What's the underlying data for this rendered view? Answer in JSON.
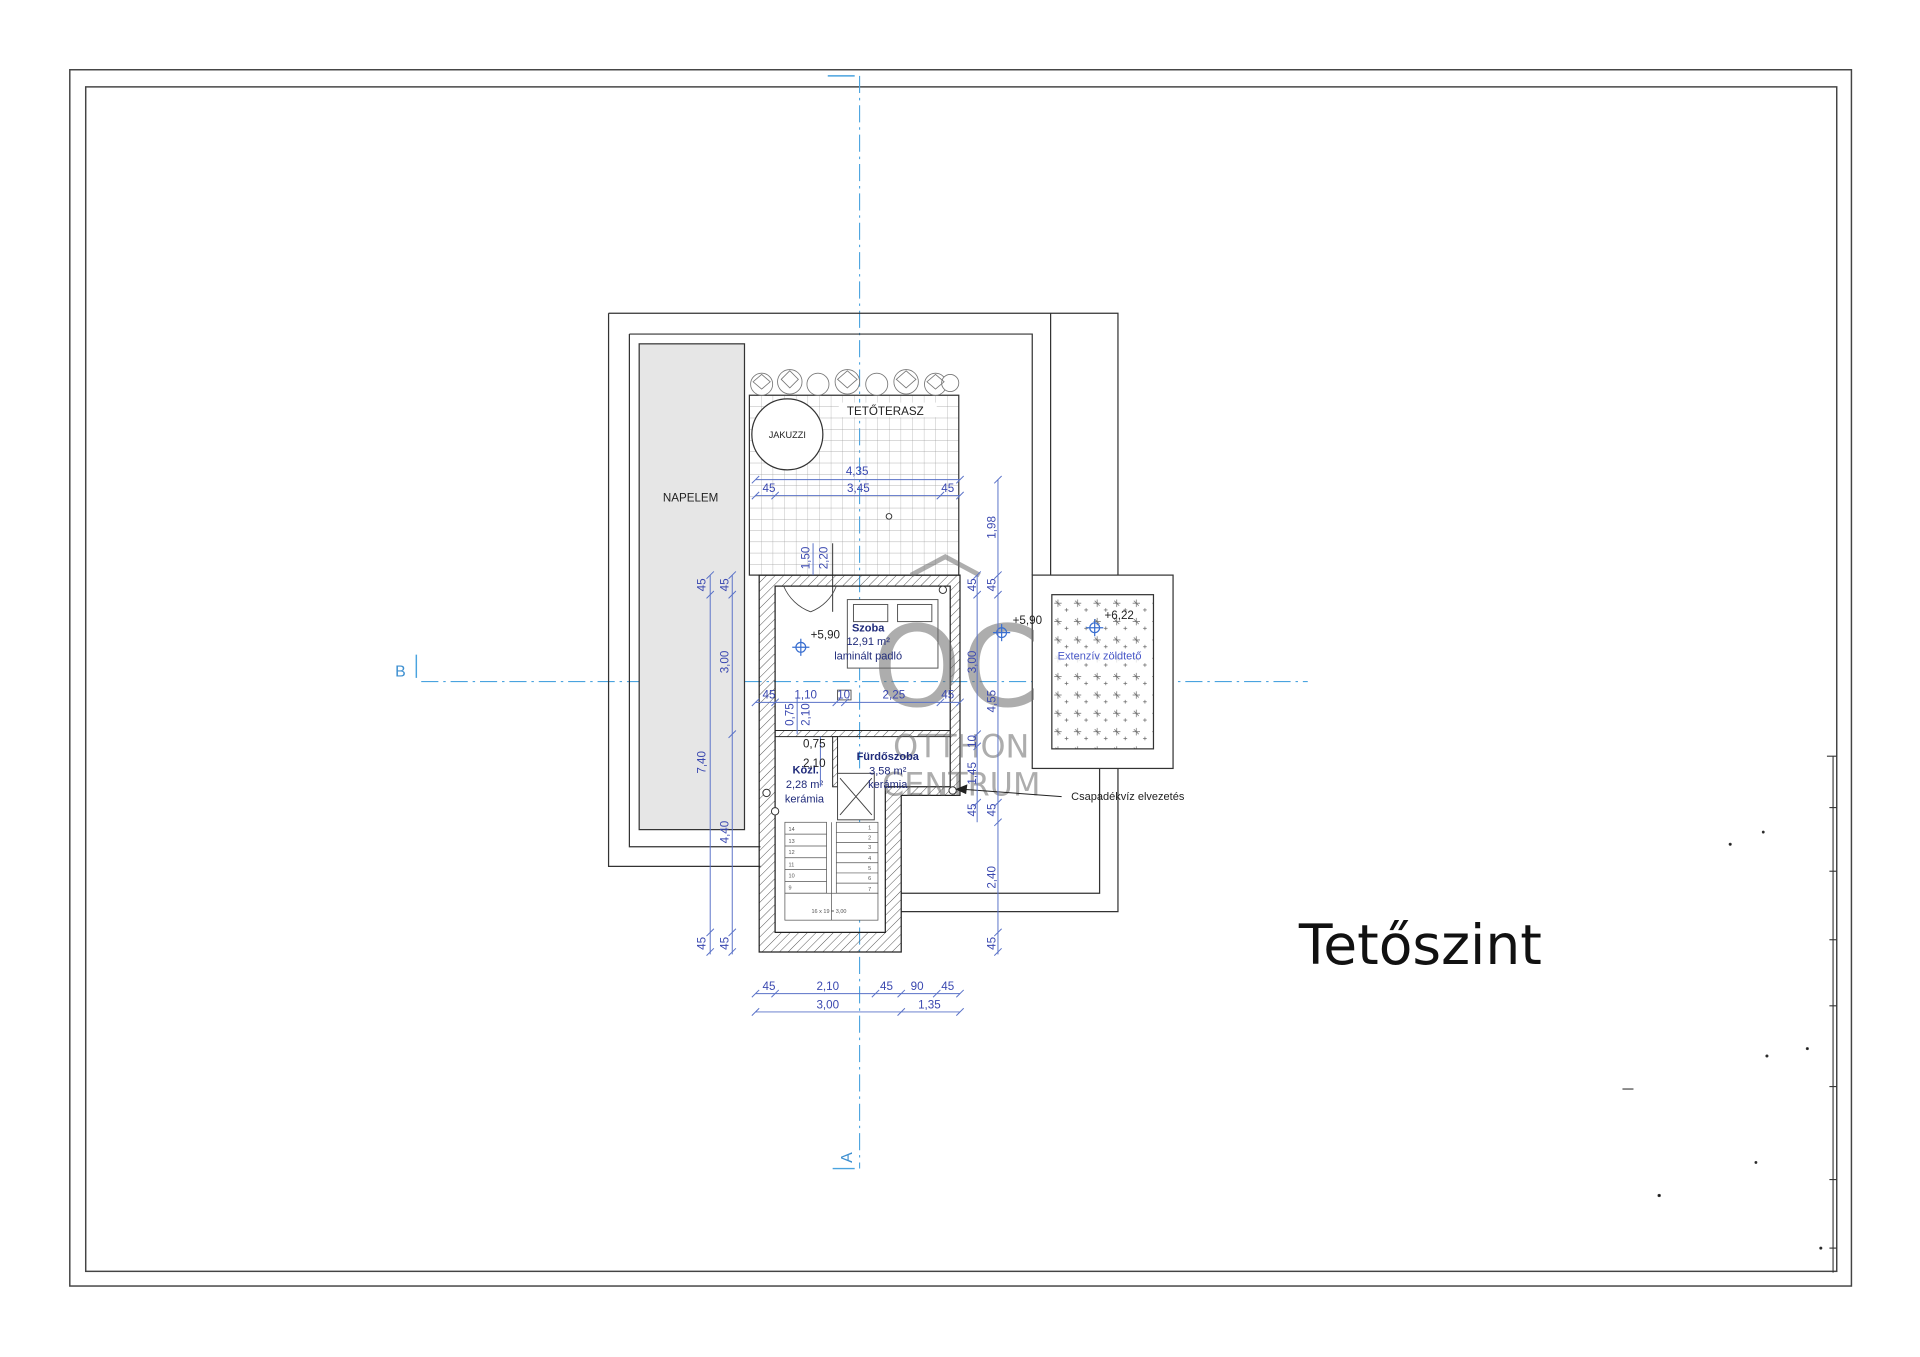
{
  "drawing": {
    "title": "Tetőszint",
    "axis_a": "A",
    "axis_b": "B",
    "colors": {
      "dimension": "#3a48b0",
      "axis": "#3d8fd0",
      "room_label": "#1f2a7a",
      "solar_panel": "#e6e6e6"
    },
    "rooms": {
      "terrace": "TETŐTERASZ",
      "jacuzzi": "JAKUZZI",
      "solar": "NAPELEM",
      "szoba": {
        "name": "Szoba",
        "area": "12,91 m²",
        "floor": "laminált padló",
        "level": "+5,90"
      },
      "furdo": {
        "name": "Fürdőszoba",
        "area": "3,58 m²",
        "floor": "kerámia"
      },
      "kozl": {
        "name": "Közl.",
        "area": "2,28 m²",
        "floor": "kerámia"
      },
      "green_roof": {
        "name": "Extenzív zöldtető",
        "level": "+6,22"
      },
      "outer_level": "+5,90"
    },
    "annotations": {
      "drain": "Csapadékvíz elvezetés"
    },
    "stairs": {
      "left": [
        "14",
        "13",
        "12",
        "11",
        "10",
        "9"
      ],
      "right": [
        "1",
        "2",
        "3",
        "4",
        "5",
        "6",
        "7"
      ],
      "formula": "16 x 19 = 3,00"
    },
    "dims": {
      "terrace_total": "4,35",
      "terrace_row": [
        "45",
        "3,45",
        "45"
      ],
      "terrace_v": [
        "1,50",
        "2,20"
      ],
      "right_top": "1,98",
      "left_outer": [
        "45",
        "7,40",
        "45"
      ],
      "left_inner": [
        "45",
        "3,00",
        "4,40",
        "45"
      ],
      "mid_row": [
        "45",
        "1,10",
        "10",
        "2,25",
        "45"
      ],
      "mid_v": [
        "0,75",
        "2,10"
      ],
      "kozl_h": [
        "0,75",
        "2,10"
      ],
      "right_inner": [
        "45",
        "3,00",
        "10",
        "1,45",
        "45"
      ],
      "right_outer": [
        "45",
        "4,55",
        "45",
        "2,40",
        "45"
      ],
      "bottom_row": [
        "45",
        "2,10",
        "45",
        "90",
        "45"
      ],
      "bottom_total": [
        "3,00",
        "1,35"
      ]
    },
    "watermark": {
      "mark": "OC",
      "line1": "OTTHON",
      "line2": "CENTRUM"
    }
  }
}
